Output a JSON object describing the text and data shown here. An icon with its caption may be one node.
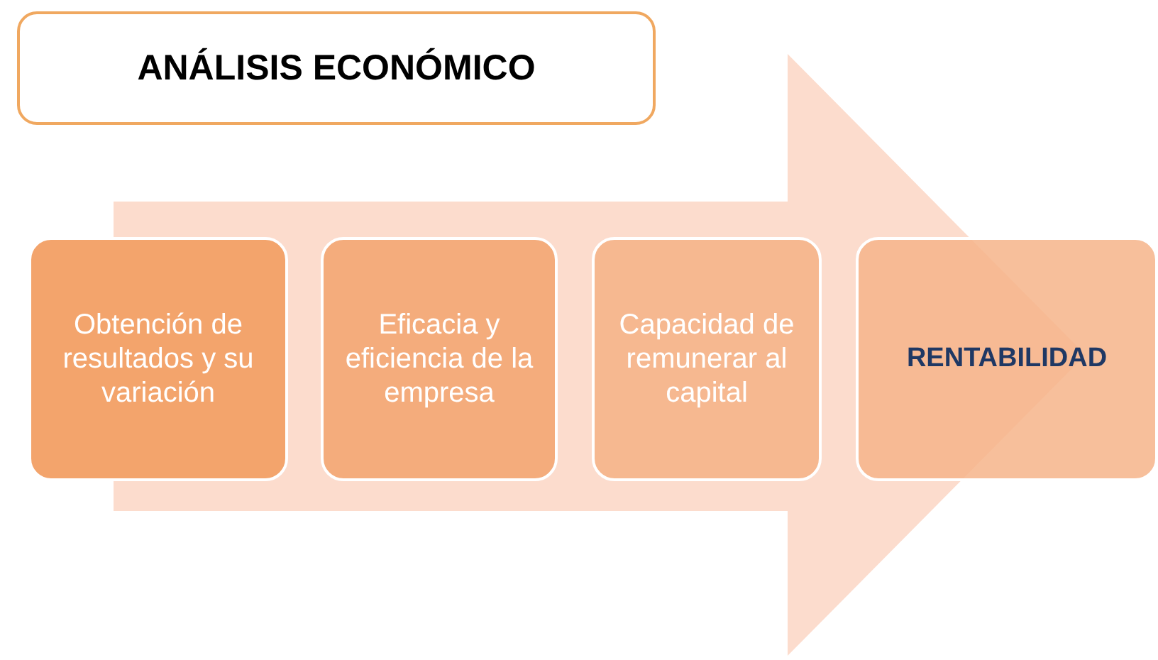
{
  "diagram": {
    "title": "ANÁLISIS ECONÓMICO",
    "nodes": [
      {
        "text": [
          "Obtención de resultados y su variación"
        ]
      },
      {
        "text": [
          "Eficacia y eficiencia de la empresa"
        ]
      },
      {
        "text": [
          "Capacidad de remunerar al capital"
        ]
      },
      {
        "text": [
          "RENTABILIDAD"
        ]
      }
    ],
    "edges": [
      {
        "from": 0,
        "to": 3,
        "arrow": "to"
      }
    ]
  }
}
